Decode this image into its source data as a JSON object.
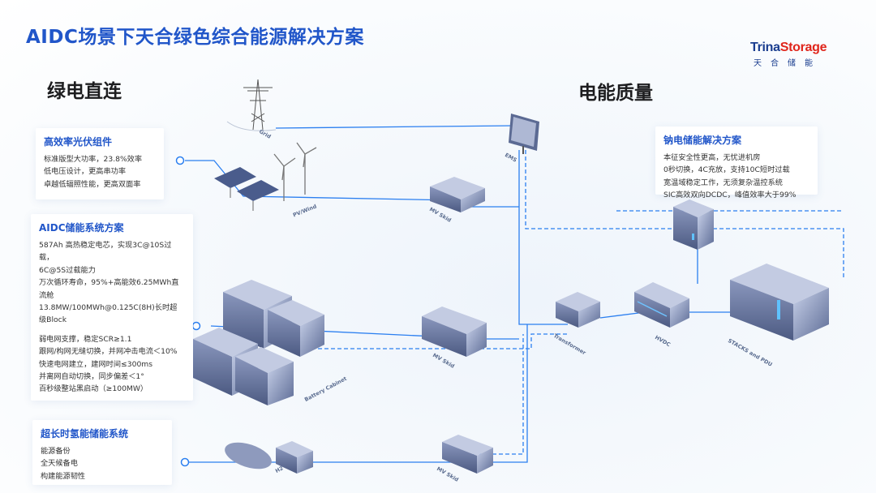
{
  "header": {
    "title": "AIDC场景下天合绿色综合能源解决方案"
  },
  "logo": {
    "brand_left": "Trina",
    "brand_right": "Storage",
    "subtitle": "天合储能"
  },
  "sections": {
    "left_heading": "绿电直连",
    "right_heading": "电能质量"
  },
  "cards": {
    "pv": {
      "title": "高效率光伏组件",
      "lines": [
        "标准版型大功率，23.8%效率",
        "低电压设计，更高串功率",
        "卓越低辐照性能，更高双面率"
      ]
    },
    "storage": {
      "title": "AIDC储能系统方案",
      "group1": [
        "587Ah 高热稳定电芯，实现3C@10S过载，",
        "6C@5S过载能力",
        "万次循环寿命，95%+高能效6.25MWh直",
        "流舱",
        "13.8MW/100MWh@0.125C(8H)长时超",
        "级Block"
      ],
      "group2": [
        "弱电网支撑，稳定SCR≥1.1",
        "跟网/构网无缝切换，并网冲击电流＜10%",
        "快速电网建立，建网时间≤300ms",
        "并离网自动切换，同步偏差＜1°",
        "百秒级整站黑启动（≥100MW）"
      ]
    },
    "hydrogen": {
      "title": "超长时氢能储能系统",
      "lines": [
        "能源备份",
        "全天候备电",
        "构建能源韧性"
      ]
    },
    "sodium": {
      "title": "钠电储能解决方案",
      "lines": [
        "本征安全性更高，无忧进机房",
        "0秒切换，4C充放，支持10C短时过载",
        "宽温域稳定工作，无须复杂温控系统",
        "SIC高效双向DCDC，峰值效率大于99%"
      ]
    }
  },
  "nodes": {
    "grid": "Grid",
    "pv_wind": "PV/Wind",
    "mv_skid_top": "MV Skid",
    "ems": "EMS",
    "battery_cabinet": "Battery Cabinet",
    "mv_skid_mid": "MV Skid",
    "h2": "H2",
    "mv_skid_bottom": "MV Skid",
    "transformer": "Transformer",
    "hvdc": "HVDC",
    "stacks": "STACKS and PDU"
  },
  "colors": {
    "accent": "#2156c9",
    "line": "#2b7ff0",
    "equipment": "#6f7fa8"
  }
}
